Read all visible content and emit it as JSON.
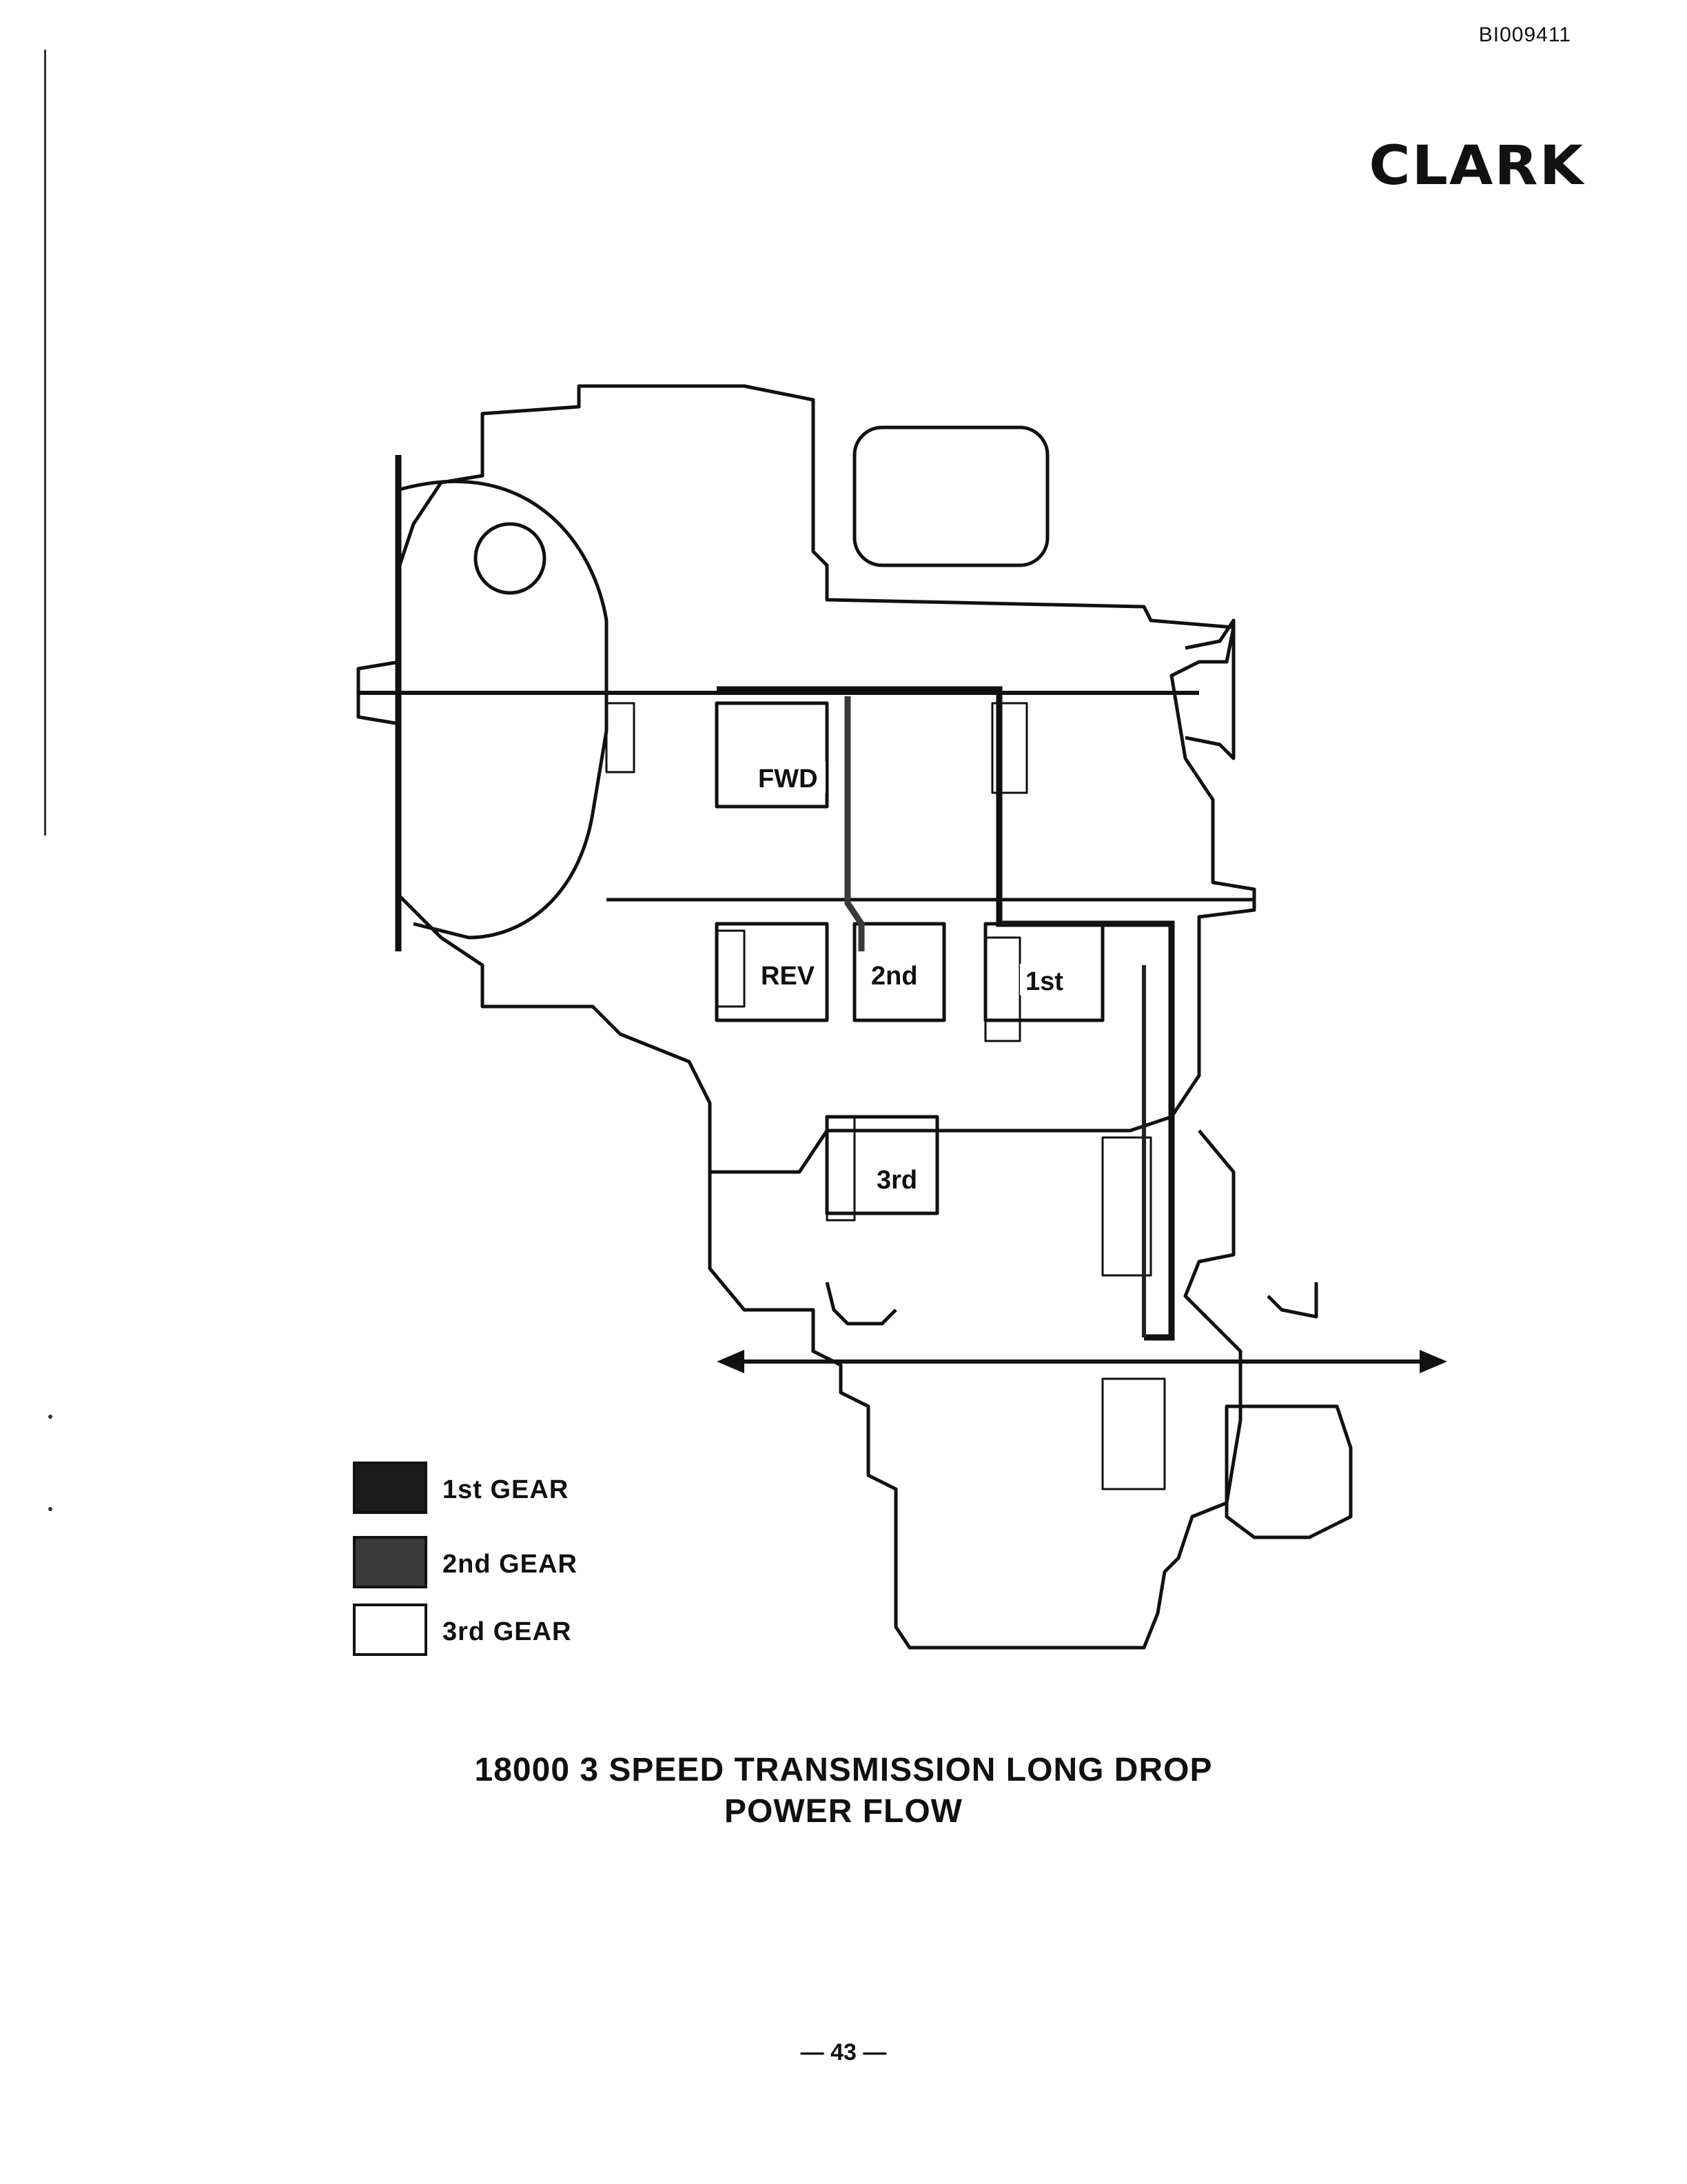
{
  "document": {
    "doc_id": "BI009411",
    "brand": "CLARK",
    "caption_line1": "18000 3 SPEED TRANSMISSION  LONG DROP",
    "caption_line2": "POWER FLOW",
    "page_number": "— 43 —"
  },
  "diagram": {
    "clutch_labels": {
      "fwd": "FWD",
      "rev": "REV",
      "second": "2nd",
      "first": "1st",
      "third": "3rd"
    }
  },
  "legend": {
    "items": [
      {
        "label": "1st GEAR",
        "color": "#1a1a1a"
      },
      {
        "label": "2nd GEAR",
        "color": "#3a3a3a"
      },
      {
        "label": "3rd GEAR",
        "color": "#ffffff"
      }
    ]
  }
}
